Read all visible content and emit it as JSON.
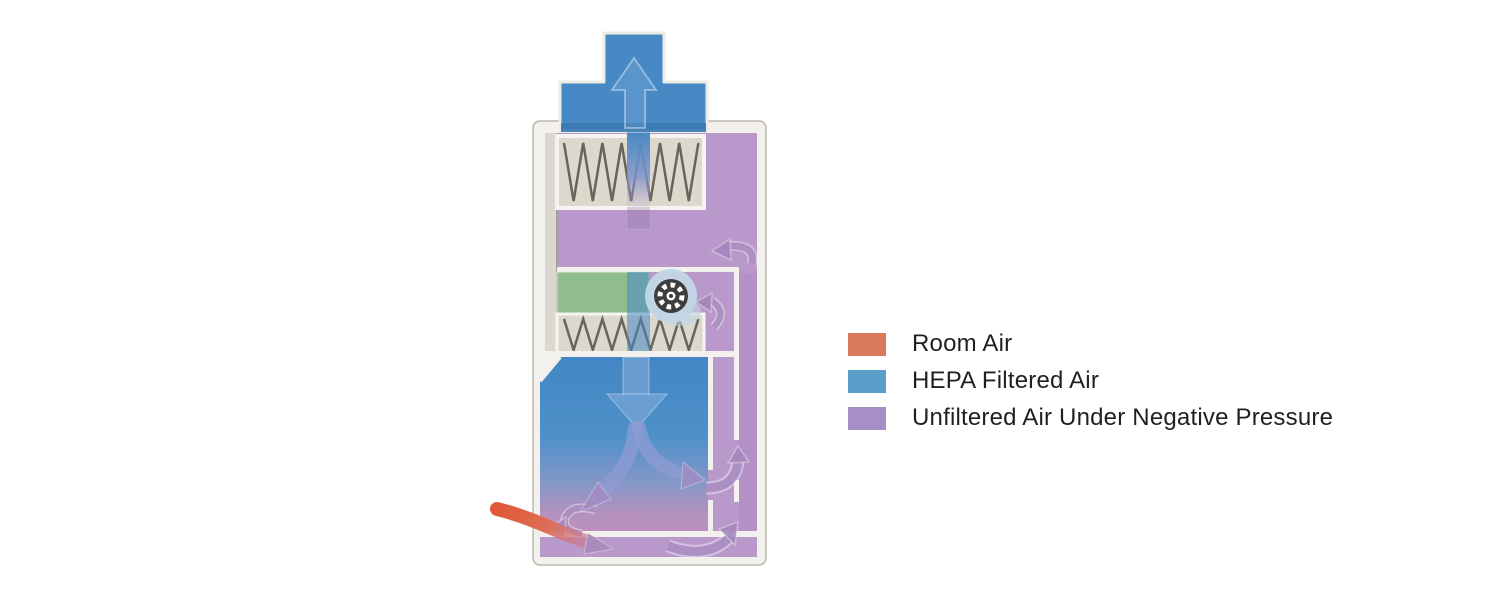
{
  "diagram": {
    "name": "biosafety-cabinet-airflow-diagram",
    "description_icons": {
      "exhaust-up-arrow-icon": "embossed upward arrow in exhaust stack",
      "blower-fan-icon": "dark circle with white radial blades inside light-blue scroll housing",
      "hepa-filter-icon": "zigzag pleat pattern in beige frame",
      "airflow-curved-arrow-icon": "embossed purple curved arrow",
      "down-split-arrow-icon": "blue down arrow splitting left and right in work zone",
      "room-air-inflow-arrow-icon": "orange slanted arrow entering front grille"
    }
  },
  "legend": {
    "items": [
      {
        "id": "room-air",
        "label": "Room Air",
        "color": "#D97A5C"
      },
      {
        "id": "hepa-filtered-air",
        "label": "HEPA Filtered Air",
        "color": "#5A9DC8"
      },
      {
        "id": "unfiltered-air",
        "label": "Unfiltered Air Under Negative Pressure",
        "color": "#A58FC5"
      }
    ]
  },
  "colors": {
    "legend-text": "#231F20",
    "hepa-blue": "#4789C4",
    "unfiltered-purple": "#B999CB",
    "channel-purple": "#AE89C1",
    "plenum-green": "#8FBE8C",
    "filter-beige": "#DCD8CC",
    "filter-pleat": "#53504B",
    "shell-white": "#F3F1ED",
    "wall-gray": "#DCD8CF",
    "work-blue-top": "#4287C3",
    "work-pink-bottom": "#BC90BC",
    "arrow-purple": "#A486BD",
    "room-air-orange": "#E05736",
    "fan-housing-blue": "#C2D6E5",
    "fan-dark": "#3F3D3C"
  }
}
